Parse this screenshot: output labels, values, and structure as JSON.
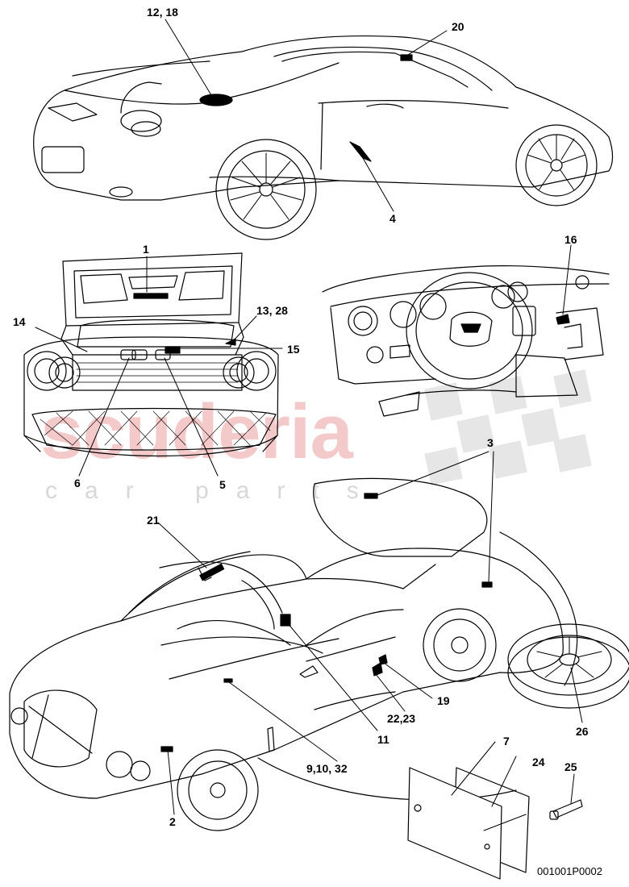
{
  "watermark": {
    "brand": "scuderia",
    "tagline": "car parts"
  },
  "diagram_code": "001001P0002",
  "callouts": {
    "c12_18": "12, 18",
    "c20": "20",
    "c4": "4",
    "c1": "1",
    "c16": "16",
    "c14": "14",
    "c13_28": "13, 28",
    "c15": "15",
    "c6": "6",
    "c5": "5",
    "c3": "3",
    "c21": "21",
    "c19": "19",
    "c22_23": "22,23",
    "c11": "11",
    "c26": "26",
    "c7": "7",
    "c24": "24",
    "c25": "25",
    "c9_10_32": "9,10, 32",
    "c2": "2"
  }
}
